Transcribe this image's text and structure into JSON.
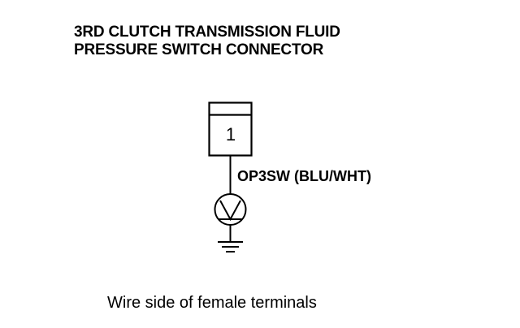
{
  "title": {
    "line1": "3RD CLUTCH TRANSMISSION FLUID",
    "line2": "PRESSURE SWITCH CONNECTOR"
  },
  "connector": {
    "terminal_number": "1"
  },
  "wire": {
    "label": "OP3SW (BLU/WHT)"
  },
  "caption": "Wire side of female terminals",
  "icons": {
    "switch": "voltmeter-symbol-icon",
    "ground": "ground-icon"
  },
  "colors": {
    "ink": "#000000",
    "background": "#ffffff"
  }
}
